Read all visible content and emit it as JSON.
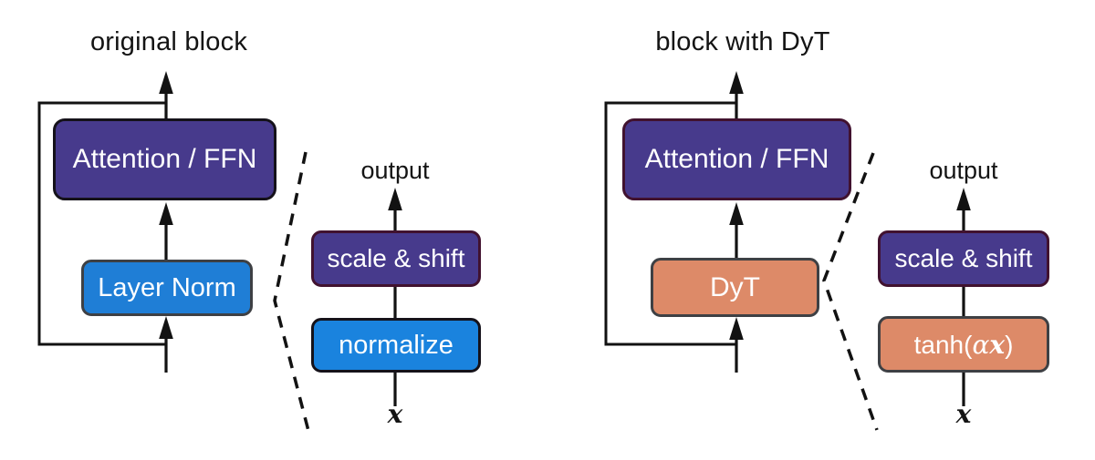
{
  "colors": {
    "indigo_fill": "#473a8c",
    "blue_fill": "#1f7ed6",
    "bright_blue_fill": "#1a83de",
    "orange_fill": "#dd8a68",
    "black_border": "#15121a",
    "gray_border": "#3e4044",
    "maroon_border": "#41122f",
    "text_white": "#ffffff",
    "text_black": "#141414",
    "line_black": "#121212"
  },
  "left_diagram": {
    "title": "original block",
    "attention_box_label": "Attention / FFN",
    "norm_box_label": "Layer Norm",
    "zoom_view": {
      "output_label": "output",
      "scale_shift_label": "scale & shift",
      "op_label": "normalize",
      "input_label": "x"
    }
  },
  "right_diagram": {
    "title": "block with DyT",
    "attention_box_label": "Attention / FFN",
    "norm_box_label": "DyT",
    "zoom_view": {
      "output_label": "output",
      "scale_shift_label": "scale & shift",
      "op_label_parts": {
        "fn": "tanh(",
        "alpha": "α",
        "x": "x",
        "close": ")"
      },
      "input_label": "x"
    }
  }
}
